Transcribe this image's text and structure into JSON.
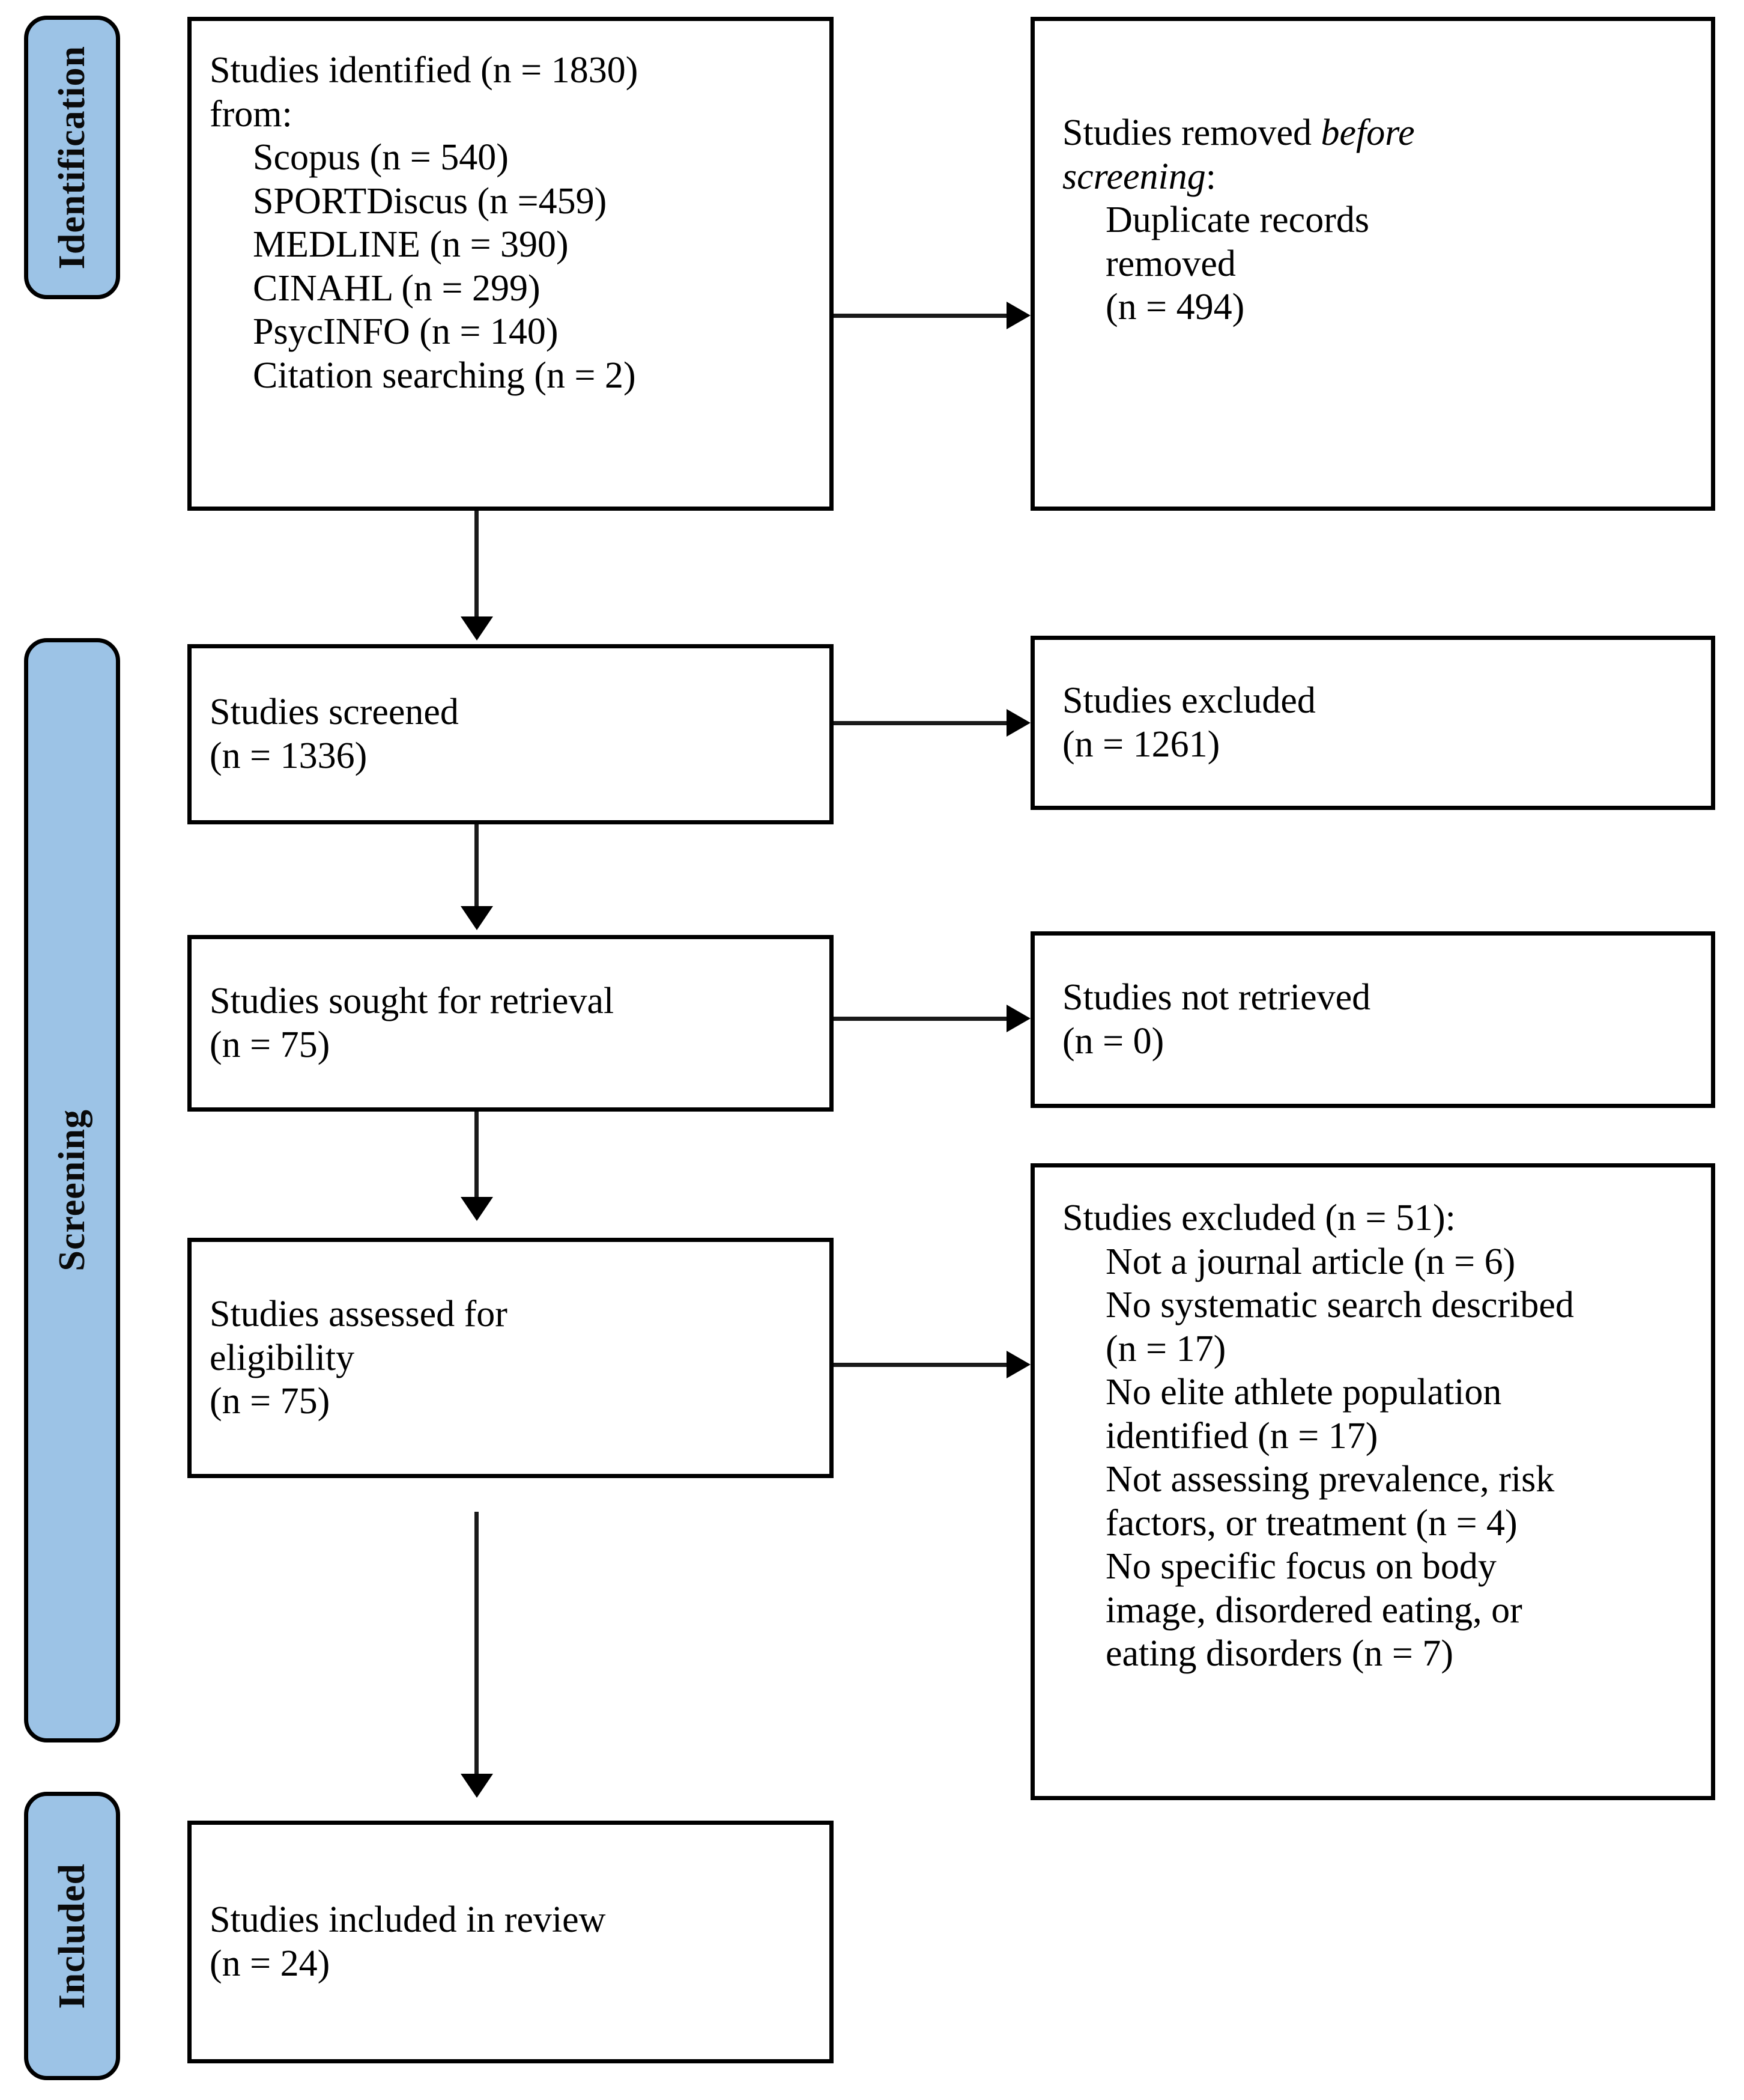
{
  "diagram": {
    "type": "prisma-flow-diagram",
    "accent_color": "#9CC3E6",
    "line_color": "#000000",
    "background": "#FFFFFF"
  },
  "stages": {
    "identification": "Identification",
    "screening": "Screening",
    "included": "Included"
  },
  "boxes": {
    "identified": {
      "lines": [
        "Studies identified (n = 1830)",
        "from:",
        "Scopus (n = 540)",
        "SPORTDiscus (n =459)",
        "MEDLINE (n = 390)",
        "CINAHL (n = 299)",
        "PsycINFO (n = 140)",
        "Citation searching (n = 2)"
      ],
      "indent_from": 2
    },
    "removed_before_screening": {
      "line1_plain": "Studies removed ",
      "line1_italic": "before",
      "line2_italic": "screening",
      "line2_plain": ":",
      "lines_indent": [
        "Duplicate records",
        "removed",
        "(n = 494)"
      ]
    },
    "screened": {
      "lines": [
        "Studies screened",
        "(n = 1336)"
      ]
    },
    "excluded_screening": {
      "lines": [
        "Studies excluded",
        "(n = 1261)"
      ]
    },
    "sought_retrieval": {
      "lines": [
        "Studies sought for retrieval",
        "(n = 75)"
      ]
    },
    "not_retrieved": {
      "lines": [
        "Studies not retrieved",
        "(n = 0)"
      ]
    },
    "assessed_eligibility": {
      "lines": [
        "Studies assessed for",
        "eligibility",
        "(n = 75)"
      ]
    },
    "excluded_eligibility": {
      "header": "Studies excluded (n = 51):",
      "reasons": [
        "Not a journal article (n = 6)",
        "No systematic search described",
        "(n = 17)",
        "No elite athlete population",
        "identified (n = 17)",
        "Not assessing prevalence, risk",
        "factors, or treatment (n = 4)",
        "No specific focus on body",
        "image, disordered eating, or",
        "eating disorders (n = 7)"
      ]
    },
    "included_review": {
      "lines": [
        "Studies included in review",
        "(n = 24)"
      ]
    }
  },
  "chart_data": {
    "type": "flow",
    "title": "PRISMA flow diagram",
    "nodes": [
      {
        "id": "identified",
        "stage": "Identification",
        "label": "Studies identified",
        "n": 1830,
        "sources": [
          {
            "name": "Scopus",
            "n": 540
          },
          {
            "name": "SPORTDiscus",
            "n": 459
          },
          {
            "name": "MEDLINE",
            "n": 390
          },
          {
            "name": "CINAHL",
            "n": 299
          },
          {
            "name": "PsycINFO",
            "n": 140
          },
          {
            "name": "Citation searching",
            "n": 2
          }
        ]
      },
      {
        "id": "duplicates_removed",
        "stage": "Identification",
        "label": "Duplicate records removed",
        "n": 494
      },
      {
        "id": "screened",
        "stage": "Screening",
        "label": "Studies screened",
        "n": 1336
      },
      {
        "id": "excluded_screening",
        "stage": "Screening",
        "label": "Studies excluded",
        "n": 1261
      },
      {
        "id": "sought_retrieval",
        "stage": "Screening",
        "label": "Studies sought for retrieval",
        "n": 75
      },
      {
        "id": "not_retrieved",
        "stage": "Screening",
        "label": "Studies not retrieved",
        "n": 0
      },
      {
        "id": "assessed_eligibility",
        "stage": "Screening",
        "label": "Studies assessed for eligibility",
        "n": 75
      },
      {
        "id": "excluded_eligibility",
        "stage": "Screening",
        "label": "Studies excluded",
        "n": 51,
        "reasons": [
          {
            "reason": "Not a journal article",
            "n": 6
          },
          {
            "reason": "No systematic search described",
            "n": 17
          },
          {
            "reason": "No elite athlete population identified",
            "n": 17
          },
          {
            "reason": "Not assessing prevalence, risk factors, or treatment",
            "n": 4
          },
          {
            "reason": "No specific focus on body image, disordered eating, or eating disorders",
            "n": 7
          }
        ]
      },
      {
        "id": "included_review",
        "stage": "Included",
        "label": "Studies included in review",
        "n": 24
      }
    ],
    "edges": [
      {
        "from": "identified",
        "to": "duplicates_removed",
        "direction": "right"
      },
      {
        "from": "identified",
        "to": "screened",
        "direction": "down"
      },
      {
        "from": "screened",
        "to": "excluded_screening",
        "direction": "right"
      },
      {
        "from": "screened",
        "to": "sought_retrieval",
        "direction": "down"
      },
      {
        "from": "sought_retrieval",
        "to": "not_retrieved",
        "direction": "right"
      },
      {
        "from": "sought_retrieval",
        "to": "assessed_eligibility",
        "direction": "down"
      },
      {
        "from": "assessed_eligibility",
        "to": "excluded_eligibility",
        "direction": "right"
      },
      {
        "from": "assessed_eligibility",
        "to": "included_review",
        "direction": "down"
      }
    ]
  }
}
